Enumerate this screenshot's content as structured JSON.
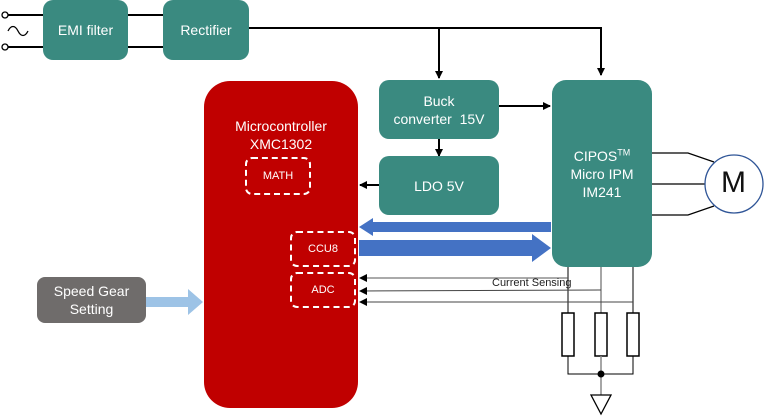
{
  "diagram": {
    "blocks": {
      "emi_filter": "EMI filter",
      "rectifier": "Rectifier",
      "buck_line1": "Buck",
      "buck_line2": "converter  15V",
      "ldo": "LDO 5V",
      "mcu_line1": "Microcontroller",
      "mcu_line2": "XMC1302",
      "math": "MATH",
      "ccu8": "CCU8",
      "adc": "ADC",
      "ipm_line1": "CIPOS",
      "ipm_tm": "TM",
      "ipm_line2": "Micro IPM",
      "ipm_line3": "IM241",
      "speed_line1": "Speed Gear",
      "speed_line2": "Setting",
      "motor": "M"
    },
    "labels": {
      "current_sensing": "Current Sensing",
      "ac_source": "~"
    },
    "colors": {
      "teal": "#3a8a80",
      "red": "#c00000",
      "gray": "#6f6c6b",
      "blue_bus": "#4472c4",
      "light_blue_arrow": "#9dc3e6",
      "motor_circle": "#2f5597"
    }
  }
}
